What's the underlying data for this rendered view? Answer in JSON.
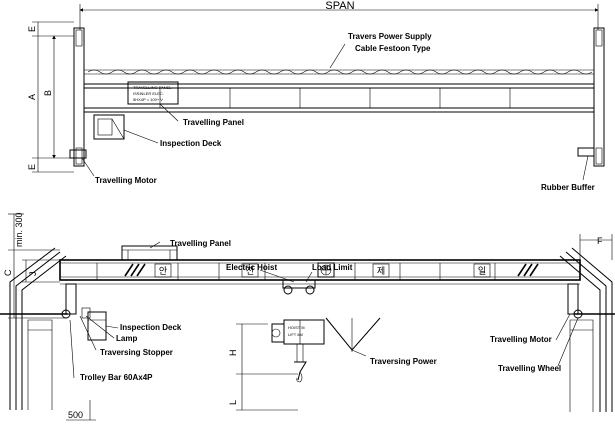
{
  "top_view": {
    "dims": {
      "span": "SPAN",
      "a": "A",
      "b": "B",
      "e_top": "E",
      "e_bottom": "E"
    },
    "labels": {
      "traverse_power_line1": "Travers Power Supply",
      "traverse_power_line2": "Cable Festoon Type",
      "travelling_panel": "Travelling Panel",
      "inspection_deck": "Inspection Deck",
      "travelling_motor": "Travelling Motor",
      "rubber_buffer": "Rubber Buffer"
    }
  },
  "side_view": {
    "dims": {
      "min_300": "min. 300",
      "c": "C",
      "j": "J",
      "h": "H",
      "l": "L",
      "f": "F",
      "d": "500"
    },
    "labels": {
      "travelling_panel": "Travelling Panel",
      "electric_hoist": "Electric Hoist",
      "load_limit": "Load Limit",
      "inspection_deck": "Inspection Deck",
      "lamp": "Lamp",
      "traversing_stopper": "Traversing Stopper",
      "trolley_bar": "Trolley Bar 60Ax4P",
      "traversing_power": "Traversing Power",
      "travelling_motor": "Travelling Motor",
      "travelling_wheel": "Travelling Wheel"
    },
    "girder_chars": [
      "안",
      "전",
      "제",
      "일"
    ]
  }
}
